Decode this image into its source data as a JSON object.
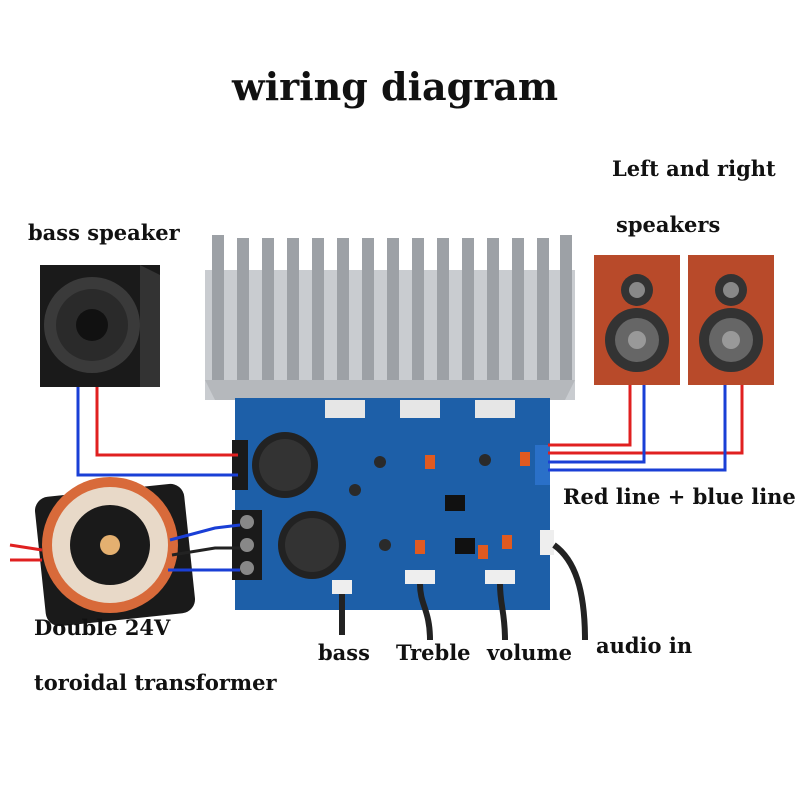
{
  "title": "wiring diagram",
  "labels": {
    "bass_speaker": "bass speaker",
    "left_right_line1": "Left and right",
    "left_right_line2": "speakers",
    "polarity": "Red line + blue line -",
    "transformer_line1": "Double 24V",
    "transformer_line2": "toroidal transformer",
    "bass": "bass",
    "treble": "Treble",
    "volume": "volume",
    "audio_in": "audio in"
  },
  "colors": {
    "wire_positive": "#e02020",
    "wire_negative": "#1a3fd6",
    "pcb": "#1d5fa8",
    "heatsink": "#c9ccd0",
    "speaker_wood": "#b84a2a",
    "subwoofer_box": "#1a1a1a",
    "transformer_copper": "#d86a3a"
  }
}
